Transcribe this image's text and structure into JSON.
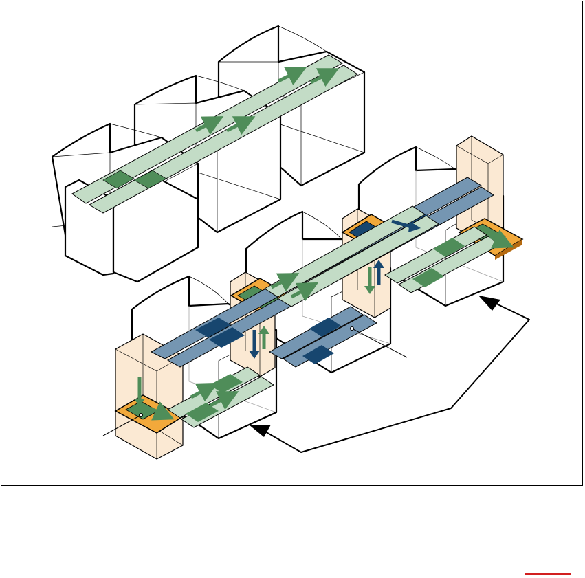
{
  "diagram": {
    "colors": {
      "outline": "#000000",
      "background": "#ffffff",
      "light_green": "#c3dcc6",
      "dark_green": "#4f8d59",
      "steel_blue": "#7596b2",
      "navy": "#17466f",
      "orange": "#f2a93b",
      "orange_border": "#b56a10",
      "peach": "#fbe9d3",
      "page_marker": "#d21f1f"
    },
    "icons": {
      "flow_arrow": "right-arrow-icon",
      "vertical_arrow": "vertical-arrow-icon",
      "callout_pointer": "arrowhead-icon"
    },
    "groups": [
      {
        "name": "upper-rack-row",
        "racks": 3,
        "lanes": 2,
        "lane_color": "light_green"
      },
      {
        "name": "lower-rack-row",
        "racks": 3,
        "lanes": 4,
        "lane_colors": [
          "steel_blue",
          "light_green"
        ]
      }
    ]
  }
}
